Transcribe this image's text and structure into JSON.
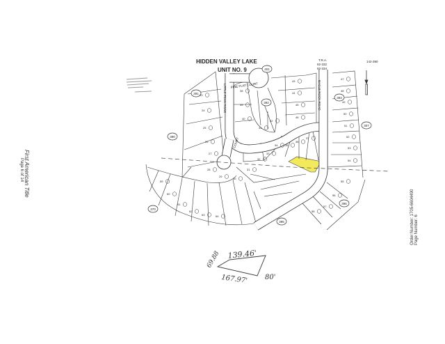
{
  "map": {
    "title": "HIDDEN VALLEY LAKE",
    "unit": "UNIT NO. 9",
    "tra_label": "T.R.A.",
    "tra_codes": [
      "92-332",
      "92-334"
    ],
    "map_number": "142-390",
    "streets": {
      "pine_flat": "PINE FLAT COURT",
      "little_peak": "LITTLE PEAK ROAD",
      "eagle_rock": "EAGLE ROCK ROAD",
      "court": "COURT"
    },
    "page_refs": [
      "401",
      "391",
      "392",
      "393",
      "390",
      "370",
      "395",
      "396",
      "307"
    ],
    "lot_numbers": [
      "23",
      "24",
      "25",
      "26",
      "27",
      "28",
      "29",
      "30",
      "31",
      "32",
      "33",
      "34",
      "35",
      "36",
      "37",
      "38",
      "39",
      "40",
      "41",
      "42",
      "43",
      "44",
      "45",
      "46",
      "47",
      "48",
      "49",
      "50",
      "51",
      "52",
      "53",
      "54",
      "55",
      "56",
      "57",
      "58",
      "59",
      "60",
      "61",
      "62",
      "63",
      "64"
    ],
    "highlight_color": "#f2ea5c",
    "highlighted_lot": "40"
  },
  "sketch": {
    "left": "69.88",
    "top": "139.46'",
    "right": "80'",
    "bottom": "167.97'"
  },
  "footer_left": {
    "company": "First American Title",
    "page": "Page 6 of 14"
  },
  "footer_right": {
    "order": "Order Number: 1705-6604490",
    "page": "Page Number: 6"
  }
}
